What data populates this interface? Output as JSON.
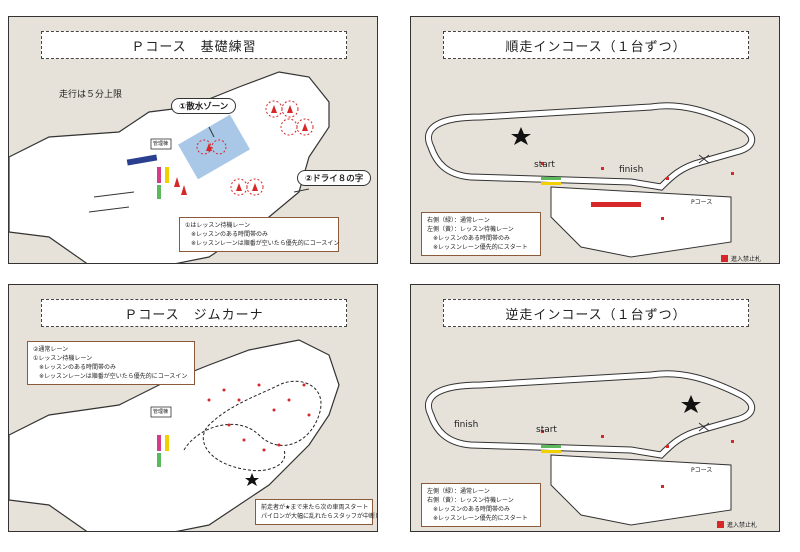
{
  "panel1": {
    "title": "Ｐコース　基礎練習",
    "time_limit": "走行は５分上限",
    "tag_water": "①散水ゾーン",
    "tag_dry": "②ドライ８の字",
    "note": [
      "①はレッスン待機レーン",
      "※レッスンのある時間帯のみ",
      "※レッスンレーンは順番が空いたら優先的にコースイン"
    ],
    "building": "管理棟"
  },
  "panel2": {
    "title": "順走インコース（１台ずつ）",
    "start": "start",
    "finish": "finish",
    "p_course": "Pコース",
    "note": [
      "右側（緑）：通常レーン",
      "左側（黄）：レッスン待機レーン",
      "※レッスンのある時間帯のみ",
      "※レッスンレーン優先的にスタート"
    ],
    "legend": "進入禁止札"
  },
  "panel3": {
    "title": "Ｐコース　ジムカーナ",
    "note": [
      "②通常レーン",
      "①レッスン待機レーン",
      "※レッスンのある時間帯のみ",
      "※レッスンレーンは順番が空いたら優先的にコースイン"
    ],
    "note2": [
      "前走者が★まで来たら次の車両スタート",
      "パイロンが大幅に乱れたらスタッフが中断し修正"
    ],
    "building": "管理棟"
  },
  "panel4": {
    "title": "逆走インコース（１台ずつ）",
    "start": "start",
    "finish": "finish",
    "p_course": "Pコース",
    "note": [
      "左側（緑）：通常レーン",
      "右側（黄）：レッスン待機レーン",
      "※レッスンのある時間帯のみ",
      "※レッスンレーン優先的にスタート"
    ],
    "legend": "進入禁止札"
  },
  "colors": {
    "bg": "#e6e2d9",
    "red": "#d62828",
    "blue_zone": "#a9c8e8",
    "green": "#5cb85c",
    "yellow": "#f0d000",
    "magenta": "#d63a8a",
    "navy": "#2a3f8f"
  }
}
